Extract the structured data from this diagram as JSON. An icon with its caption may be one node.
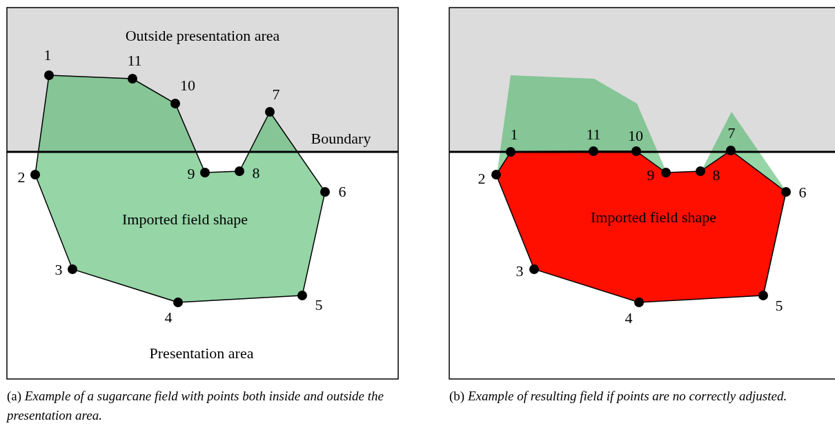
{
  "diagram": {
    "nodes": [
      {
        "text": [
          "Outside presentation area"
        ]
      },
      {
        "text": [
          "Imported field shape"
        ]
      },
      {
        "text": [],
        "shape": "box"
      },
      {
        "text": [
          "Imported field shape"
        ]
      }
    ],
    "labels": [
      "Boundary",
      "1",
      "11",
      "10",
      "7",
      "2",
      "9",
      "8",
      "6",
      "3",
      "5",
      "4",
      "Presentation area",
      "1",
      "11",
      "10",
      "7",
      "2",
      "9",
      "8",
      "6",
      "3",
      "5",
      "4",
      "(a) *Example of a sugarcane field with points both inside and outside the presentation area.*",
      "(b) *Example of resulting field if points are no correctly adjusted.*"
    ]
  }
}
